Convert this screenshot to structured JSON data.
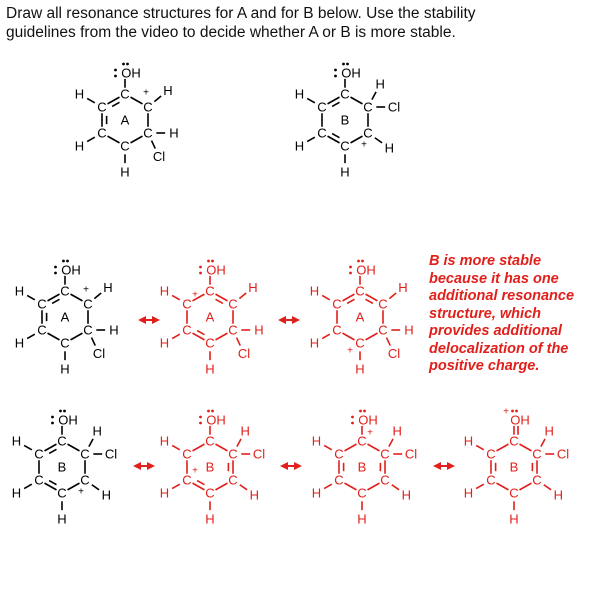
{
  "question": {
    "line1": "Draw all resonance structures for A and for B below. Use the stability",
    "line2": "guidelines from the video to decide whether A or B is more stable."
  },
  "atoms": {
    "oh": "OH",
    "h": "H",
    "c": "C",
    "cl": "Cl",
    "plus": "+",
    "label_a": "A",
    "label_b": "B"
  },
  "answer": {
    "text": "B is more stable because it has one additional resonance structure, which provides additional delocalization of the positive charge."
  },
  "colors": {
    "black": "#000000",
    "red": "#e0201b"
  },
  "icons": [
    "resonance-arrow-icon",
    "lone-pair-dots-icon"
  ]
}
